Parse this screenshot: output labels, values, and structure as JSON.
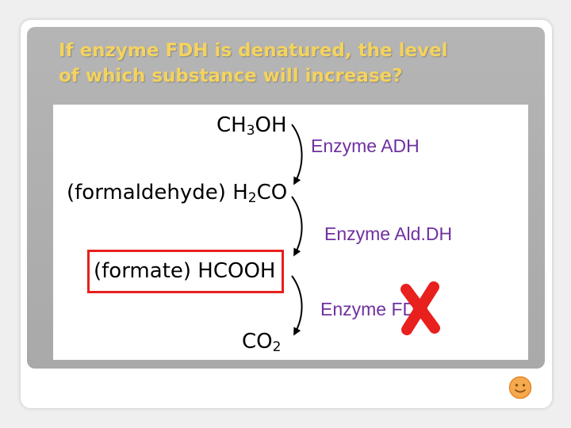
{
  "slide": {
    "title_line1": "If enzyme FDH is denatured, the level",
    "title_line2": "of which substance will increase?"
  },
  "pathway": {
    "methanol": {
      "formula": "CH",
      "sub": "3",
      "rest": "OH"
    },
    "formaldehyde": {
      "label": "(formaldehyde)",
      "formula": "H",
      "sub": "2",
      "rest": "CO"
    },
    "formate": {
      "label": "(formate)",
      "formula": "HCOOH"
    },
    "co2": {
      "formula": "CO",
      "sub": "2"
    },
    "enzymes": [
      "Enzyme ADH",
      "Enzyme Ald.DH",
      "Enzyme FDH"
    ]
  },
  "colors": {
    "title": "#f4d35e",
    "enzyme_text": "#7030a0",
    "highlight": "#e8201e",
    "cross": "#e8201e"
  },
  "icons": {
    "cross": "red-x-icon",
    "smiley": "smiley-face-icon"
  }
}
